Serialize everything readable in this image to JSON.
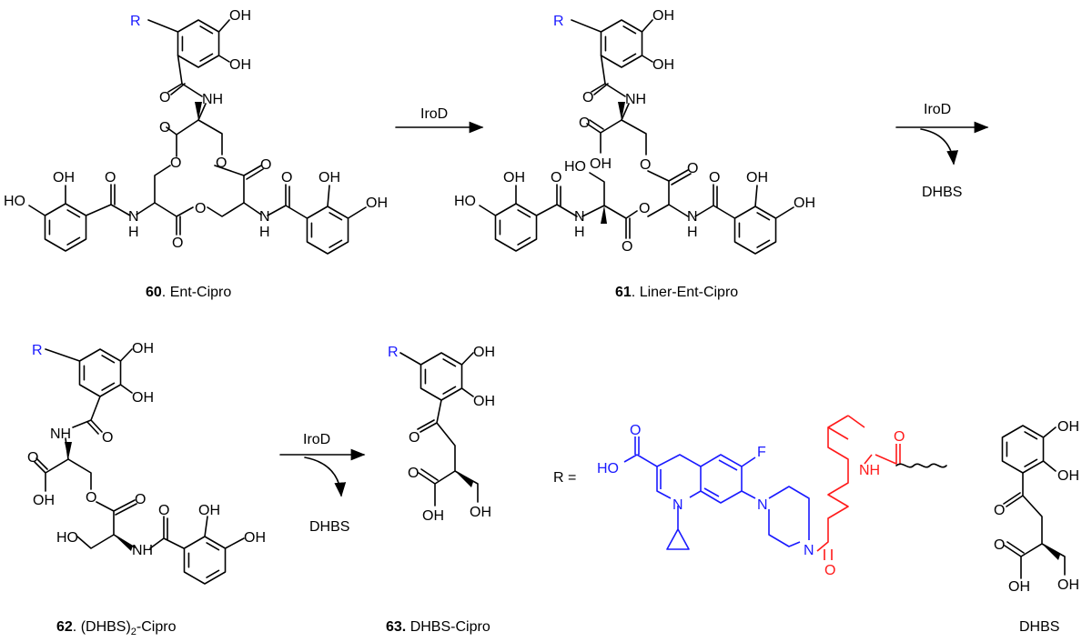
{
  "labels": {
    "R": "R",
    "OH": "OH",
    "HO": "HO",
    "O": "O",
    "NH": "NH",
    "H": "H",
    "N": "N",
    "F": "F",
    "IroD": "IroD",
    "DHBS": "DHBS",
    "R_eq": "R ="
  },
  "compounds": [
    {
      "number": "60",
      "name": ". Ent-Cipro"
    },
    {
      "number": "61",
      "name": ". Liner-Ent-Cipro"
    },
    {
      "number": "62",
      "name_pre": ". (DHBS)",
      "name_sub": "2",
      "name_post": "-Cipro"
    },
    {
      "number": "63.",
      "name": " DHBS-Cipro"
    },
    {
      "name": "DHBS"
    }
  ],
  "reactions": [
    {
      "enzyme": "IroD",
      "byproduct": ""
    },
    {
      "enzyme": "IroD",
      "byproduct": "DHBS"
    },
    {
      "enzyme": "IroD",
      "byproduct": "DHBS"
    }
  ],
  "colors": {
    "ciprofloxacin": "#1a1aff",
    "linker": "#ff1a1a",
    "scaffold": "#000000"
  }
}
